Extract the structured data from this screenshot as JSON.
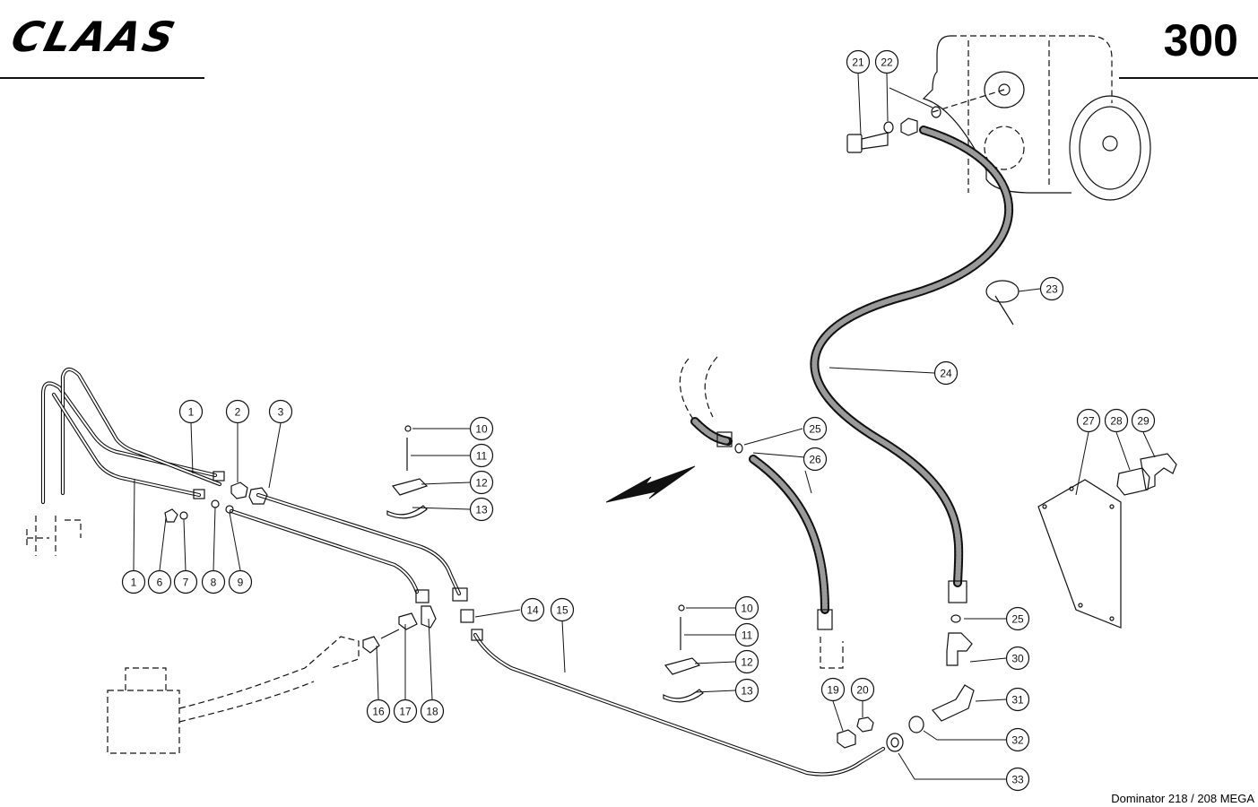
{
  "header": {
    "brand": "CLAAS",
    "page_number": "300"
  },
  "footer": {
    "model": "Dominator 218 / 208 MEGA"
  },
  "callouts": [
    {
      "label": "1"
    },
    {
      "label": "2"
    },
    {
      "label": "3"
    },
    {
      "label": "1"
    },
    {
      "label": "6"
    },
    {
      "label": "7"
    },
    {
      "label": "8"
    },
    {
      "label": "9"
    },
    {
      "label": "10"
    },
    {
      "label": "11"
    },
    {
      "label": "12"
    },
    {
      "label": "13"
    },
    {
      "label": "14"
    },
    {
      "label": "15"
    },
    {
      "label": "10"
    },
    {
      "label": "11"
    },
    {
      "label": "12"
    },
    {
      "label": "13"
    },
    {
      "label": "16"
    },
    {
      "label": "17"
    },
    {
      "label": "18"
    },
    {
      "label": "19"
    },
    {
      "label": "20"
    },
    {
      "label": "21"
    },
    {
      "label": "22"
    },
    {
      "label": "23"
    },
    {
      "label": "24"
    },
    {
      "label": "25"
    },
    {
      "label": "26"
    },
    {
      "label": "25"
    },
    {
      "label": "30"
    },
    {
      "label": "31"
    },
    {
      "label": "32"
    },
    {
      "label": "33"
    },
    {
      "label": "27"
    },
    {
      "label": "28"
    },
    {
      "label": "29"
    }
  ]
}
